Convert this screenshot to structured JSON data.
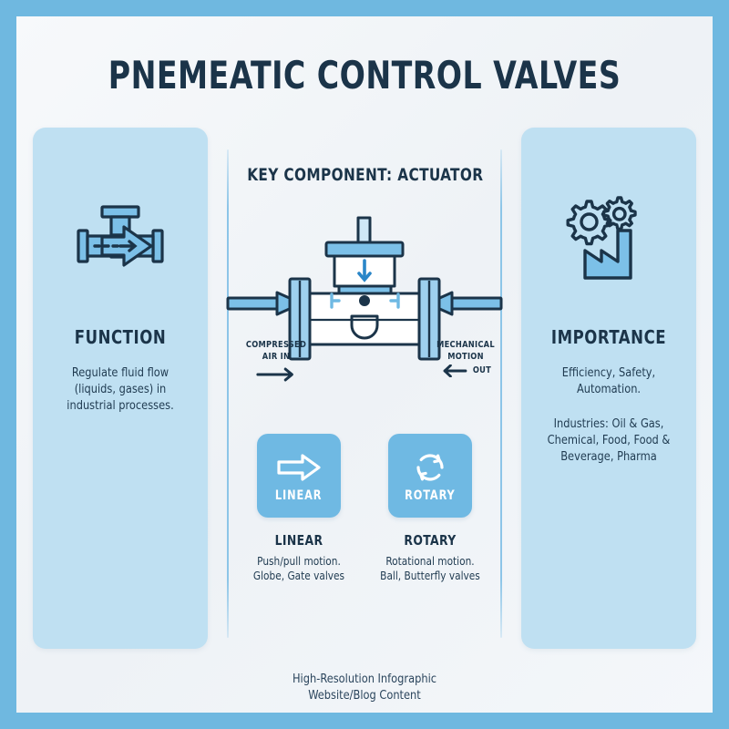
{
  "title": "PNEMEATIC CONTROL VALVES",
  "colors": {
    "border": "#6fb8e0",
    "page_bg": "#f3f6f9",
    "panel_bg": "#bfe0f2",
    "accent": "#6fb9e3",
    "ink": "#1b3449",
    "divider": "#8cc5e8"
  },
  "left_panel": {
    "icon": "valve-flow-icon",
    "heading": "FUNCTION",
    "body": "Regulate fluid flow (liquids, gases) in industrial processes."
  },
  "right_panel": {
    "icon": "gears-factory-icon",
    "heading": "IMPORTANCE",
    "body_1": "Efficiency, Safety, Automation.",
    "body_2": "Industries: Oil & Gas, Chemical, Food, Food & Beverage, Pharma"
  },
  "center": {
    "heading": "KEY COMPONENT: ACTUATOR",
    "diagram_icon": "pneumatic-actuator-valve-diagram",
    "label_in": "COMPRESSED\nAIR IN",
    "label_in_line1": "COMPRESSED",
    "label_in_line2": "AIR IN",
    "label_out_line1": "MECHANICAL",
    "label_out_line2": "MOTION",
    "label_out_line3": "OUT",
    "arrow_in": "arrow-right",
    "arrow_out": "arrow-left"
  },
  "cards": [
    {
      "icon": "arrow-right-outline-icon",
      "tag": "LINEAR",
      "title": "LINEAR",
      "desc_line1": "Push/pull motion.",
      "desc_line2": "Globe, Gate valves"
    },
    {
      "icon": "circular-arrows-icon",
      "tag": "ROTARY",
      "title": "ROTARY",
      "desc_line1": "Rotational motion.",
      "desc_line2": "Ball, Butterfly valves"
    }
  ],
  "footer": {
    "line1": "High-Resolution Infographic",
    "line2": "Website/Blog Content"
  }
}
